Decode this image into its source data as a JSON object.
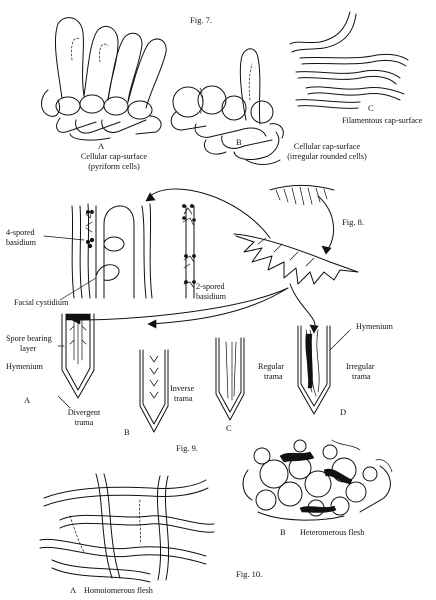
{
  "figures": {
    "fig7": {
      "title": "Fig. 7.",
      "A": {
        "letter": "A",
        "caption_line1": "Cellular cap-surface",
        "caption_line2": "(pyriform cells)"
      },
      "B": {
        "letter": "B",
        "caption_line1": "Cellular cap-surface",
        "caption_line2": "(irregular rounded cells)"
      },
      "C": {
        "letter": "C",
        "caption": "Filamentous cap-surface"
      }
    },
    "fig8": {
      "title": "Fig. 8.",
      "labels": [
        "4-spored basidium",
        "Facial cystidium",
        "2-spored basidium"
      ],
      "label_lines": {
        "four_spored_1": "4-spored",
        "four_spored_2": "basidium",
        "facial": "Facial cystidium",
        "two_spored_1": "2-spored",
        "two_spored_2": "basidium"
      }
    },
    "fig9": {
      "title": "Fig. 9.",
      "spore_bearing_1": "Spore bearing",
      "spore_bearing_2": "layer",
      "hymenium_left": "Hymenium",
      "hymenium_right": "Hymenium",
      "A": {
        "letter": "A",
        "caption_line1": "Divergent",
        "caption_line2": "trama"
      },
      "B": {
        "letter": "B",
        "caption_line1": "Inverse",
        "caption_line2": "trama"
      },
      "C": {
        "letter": "C"
      },
      "regular_1": "Regular",
      "regular_2": "trama",
      "irregular_1": "Irregular",
      "irregular_2": "trama",
      "D": {
        "letter": "D"
      }
    },
    "fig10": {
      "title": "Fig. 10.",
      "A": {
        "letter": "A",
        "caption": "Homoiomerous flesh"
      },
      "B": {
        "letter": "B",
        "caption": "Heteromerous flesh"
      }
    }
  }
}
